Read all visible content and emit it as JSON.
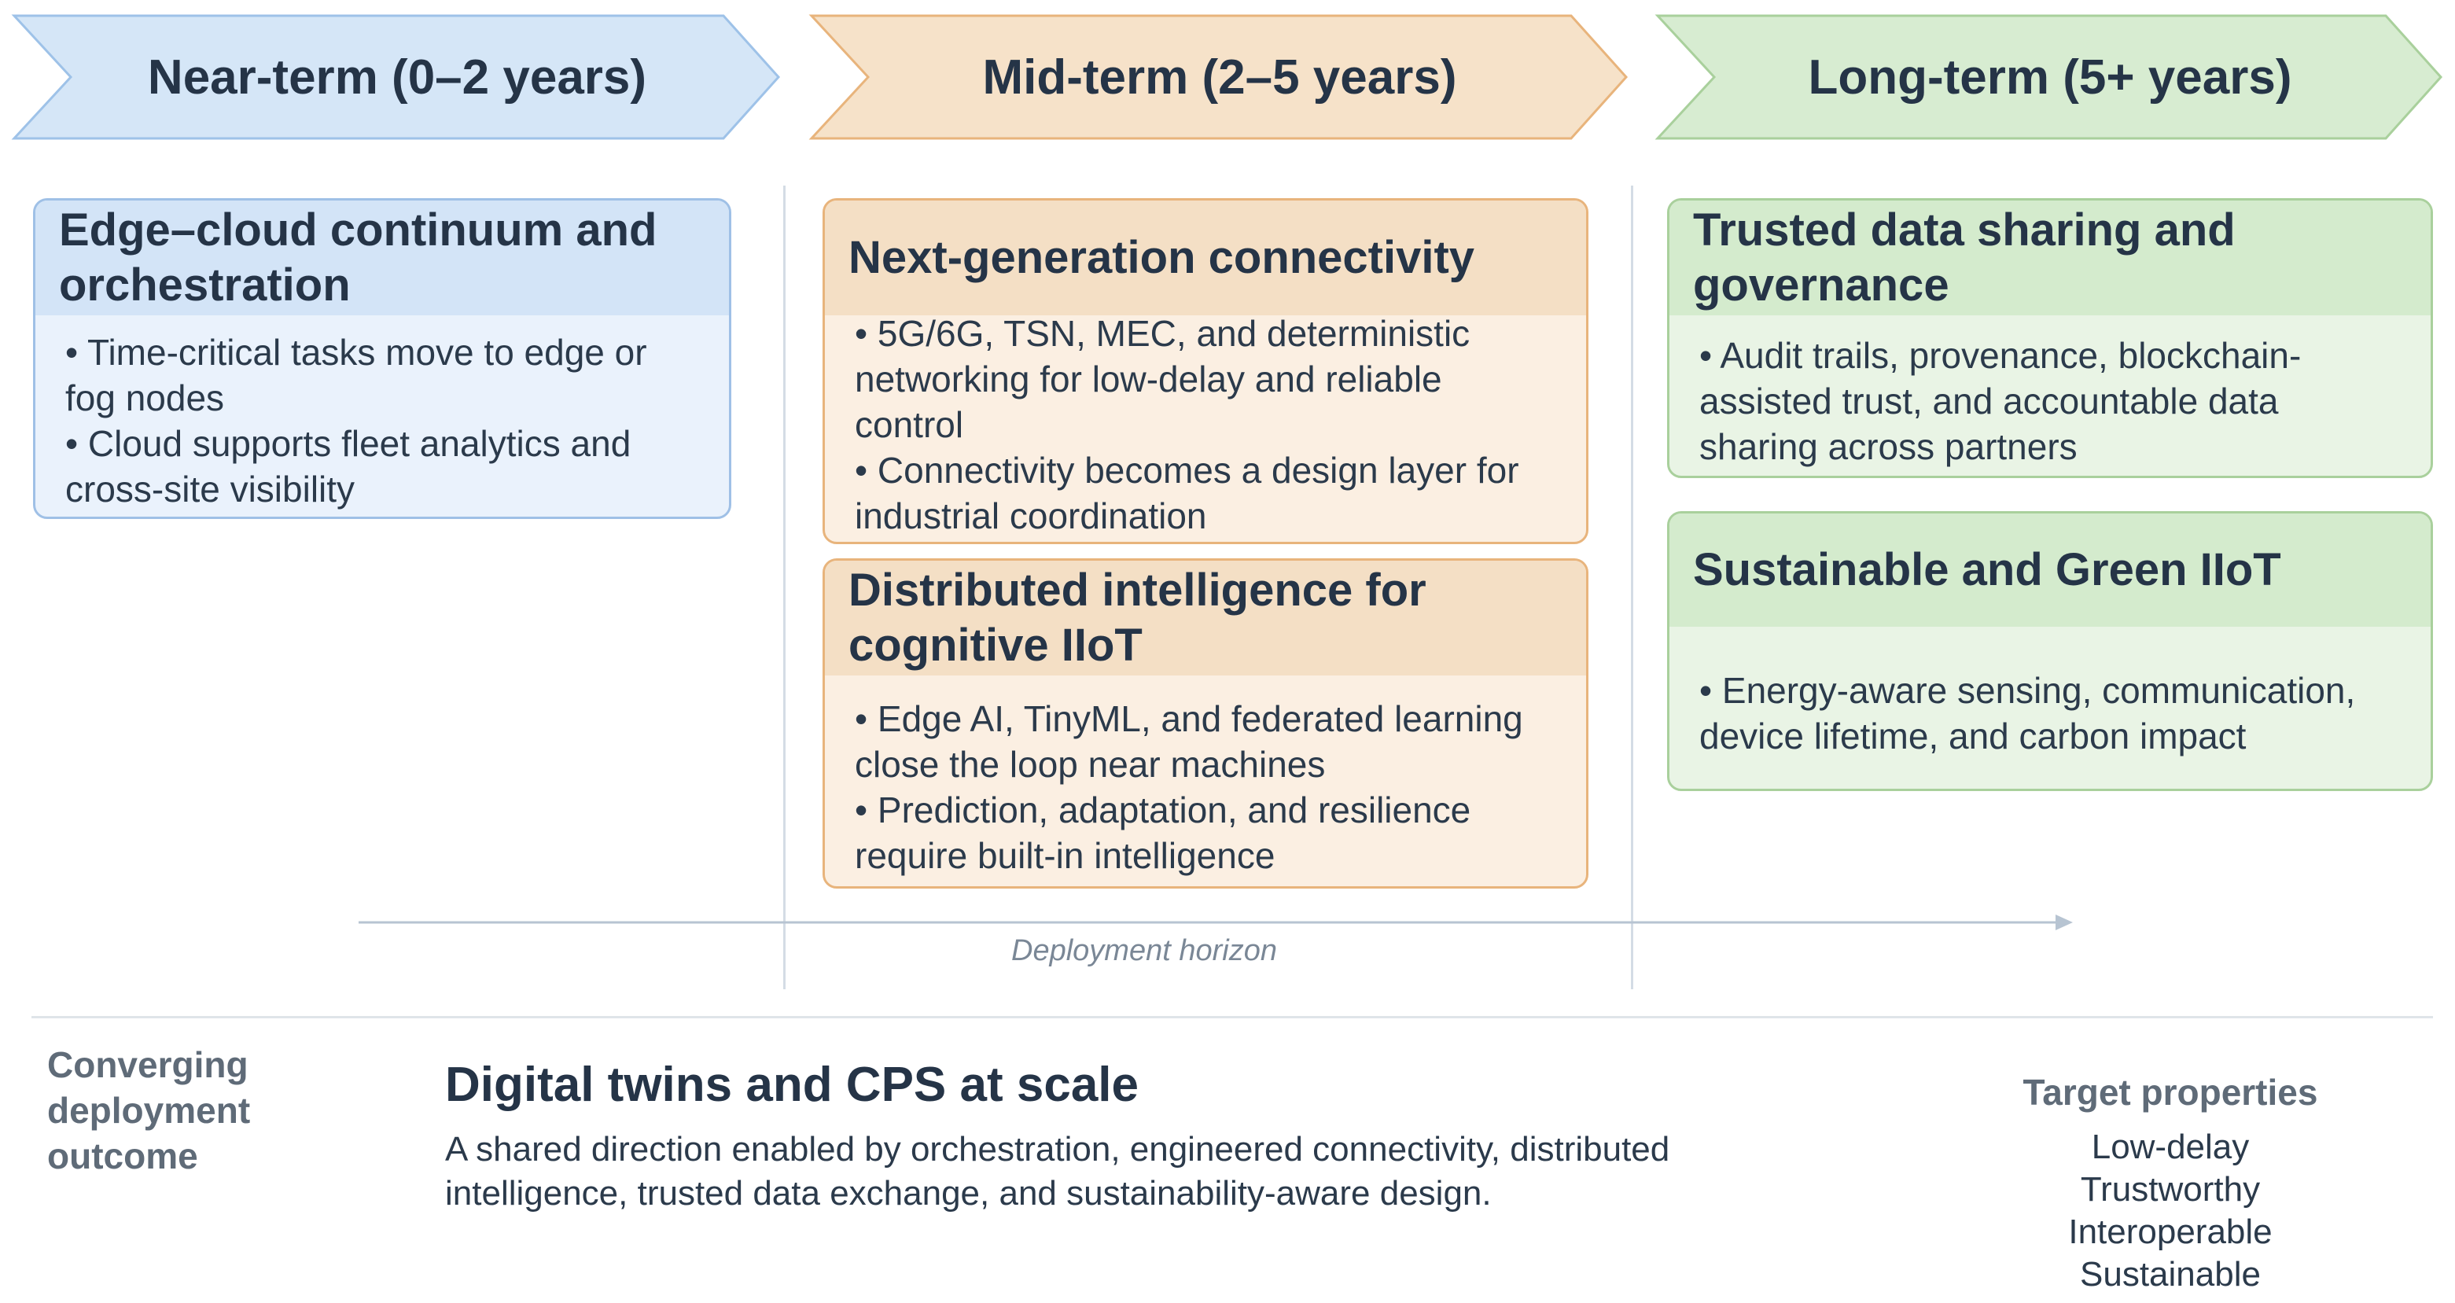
{
  "phases": [
    {
      "label": "Near-term (0–2 years)",
      "fill": "#d5e6f7",
      "stroke": "#9ec2e8"
    },
    {
      "label": "Mid-term (2–5 years)",
      "fill": "#f6e2c9",
      "stroke": "#e8b47c"
    },
    {
      "label": "Long-term (5+ years)",
      "fill": "#d7ecd1",
      "stroke": "#a9d09c"
    }
  ],
  "cards": {
    "edge_cloud": {
      "title": "Edge–cloud continuum and orchestration",
      "bullets": [
        "• Time-critical tasks move to edge or fog nodes",
        "• Cloud supports fleet analytics and cross-site visibility"
      ]
    },
    "connectivity": {
      "title": "Next-generation connectivity",
      "bullets": [
        "• 5G/6G, TSN, MEC, and deterministic networking for low-delay and reliable control",
        "• Connectivity becomes a design layer for industrial coordination"
      ]
    },
    "intelligence": {
      "title": "Distributed intelligence for cognitive IIoT",
      "bullets": [
        "• Edge AI, TinyML, and federated learning close the loop near machines",
        "• Prediction, adaptation, and resilience require built-in intelligence"
      ]
    },
    "trusted": {
      "title": "Trusted data sharing and governance",
      "bullets": [
        "• Audit trails, provenance, blockchain-assisted trust, and accountable data sharing across partners"
      ]
    },
    "green": {
      "title": "Sustainable and Green IIoT",
      "bullets": [
        "• Energy-aware sensing, communication, device lifetime, and carbon impact"
      ]
    }
  },
  "horizon": {
    "label": "Deployment horizon"
  },
  "outcome": {
    "side_label": "Converging deployment outcome",
    "title": "Digital twins and CPS at scale",
    "description": "A shared direction enabled by orchestration, engineered connectivity, distributed intelligence, trusted data exchange, and sustainability-aware design."
  },
  "target_properties": {
    "title": "Target properties",
    "items": [
      "Low-delay",
      "Trustworthy",
      "Interoperable",
      "Sustainable"
    ]
  }
}
